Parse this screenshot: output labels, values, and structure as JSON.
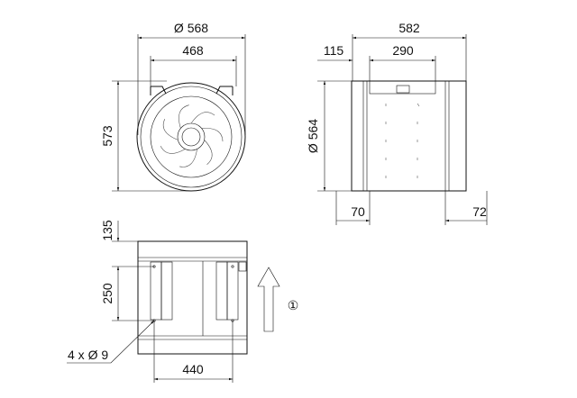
{
  "front_view": {
    "outer_diameter": "Ø 568",
    "bracket_spacing": "468",
    "height": "573"
  },
  "side_view": {
    "length": "582",
    "offset": "115",
    "bracket_length": "290",
    "diameter": "Ø 564",
    "left_inset": "70",
    "right_inset": "72"
  },
  "bottom_view": {
    "top_offset": "135",
    "hole_spacing_vertical": "250",
    "hole_spacing_horizontal": "440",
    "holes": "4 x Ø 9",
    "airflow_marker": "①"
  }
}
